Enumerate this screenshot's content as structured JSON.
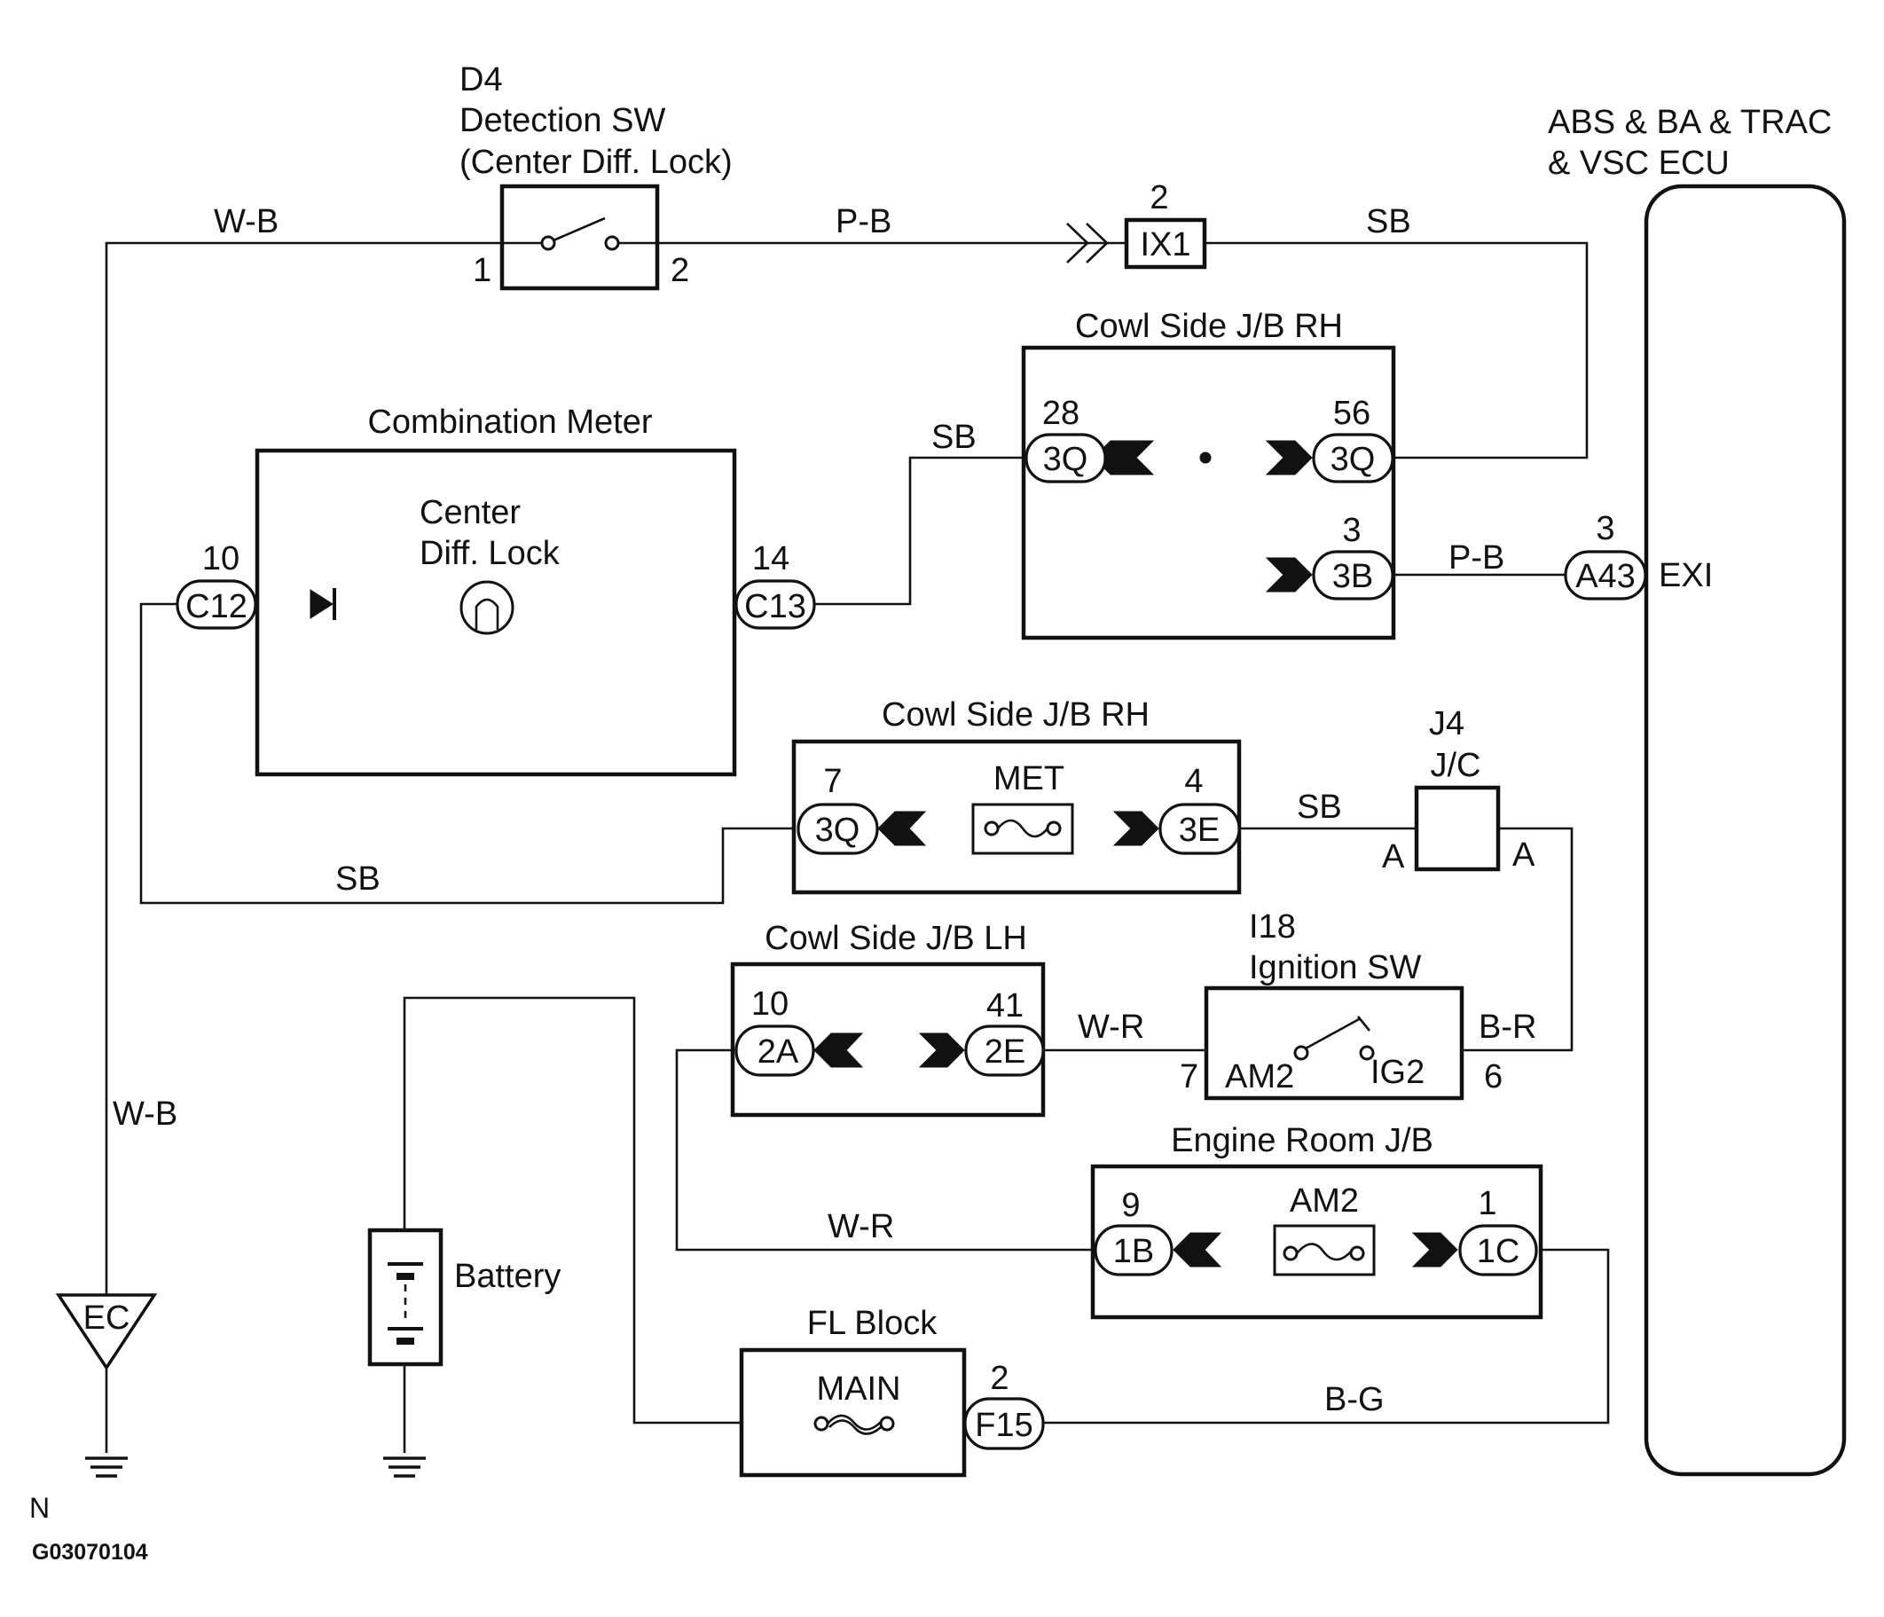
{
  "labels": {
    "d4_ref": "D4",
    "d4_name": "Detection SW",
    "d4_sub": "(Center Diff. Lock)",
    "ecu_line1": "ABS & BA & TRAC",
    "ecu_line2": "& VSC ECU",
    "ecu_term": "EXI",
    "combo_meter": "Combination Meter",
    "center_line1": "Center",
    "center_line2": "Diff. Lock",
    "cowl_rh_1": "Cowl Side J/B RH",
    "cowl_rh_2": "Cowl Side J/B RH",
    "cowl_lh": "Cowl Side J/B LH",
    "met": "MET",
    "j4_ref": "J4",
    "j4_name": "J/C",
    "j4_pin_left": "A",
    "j4_pin_right": "A",
    "i18_ref": "I18",
    "i18_name": "Ignition SW",
    "am2_term": "AM2",
    "ig2_term": "IG2",
    "engine_room": "Engine Room J/B",
    "am2_fuse": "AM2",
    "battery": "Battery",
    "fl_block": "FL Block",
    "main_fuse": "MAIN",
    "ground_ec": "EC",
    "footer_n": "N",
    "footer_code": "G03070104"
  },
  "wires": {
    "wb_top": "W-B",
    "wb_left": "W-B",
    "pb_top": "P-B",
    "sb_top": "SB",
    "sb_c13": "SB",
    "pb_3b": "P-B",
    "sb_met": "SB",
    "sb_bottom": "SB",
    "wr_ign": "W-R",
    "br_ign": "B-R",
    "wr_lower": "W-R",
    "bg": "B-G"
  },
  "connectors": {
    "ix1": "IX1",
    "c12": "C12",
    "c13": "C13",
    "3q_28": "3Q",
    "3q_56": "3Q",
    "3b": "3B",
    "a43": "A43",
    "3q_7": "3Q",
    "3e": "3E",
    "2a": "2A",
    "2e": "2E",
    "1b": "1B",
    "1c": "1C",
    "f15": "F15"
  },
  "pins": {
    "d4_1": "1",
    "d4_2": "2",
    "ix1": "2",
    "c12": "10",
    "c13": "14",
    "cowl_28": "28",
    "cowl_56": "56",
    "cowl_3": "3",
    "a43": "3",
    "met_7": "7",
    "met_4": "4",
    "lh_10": "10",
    "lh_41": "41",
    "ign_7": "7",
    "ign_6": "6",
    "er_9": "9",
    "er_1": "1",
    "f15": "2"
  }
}
